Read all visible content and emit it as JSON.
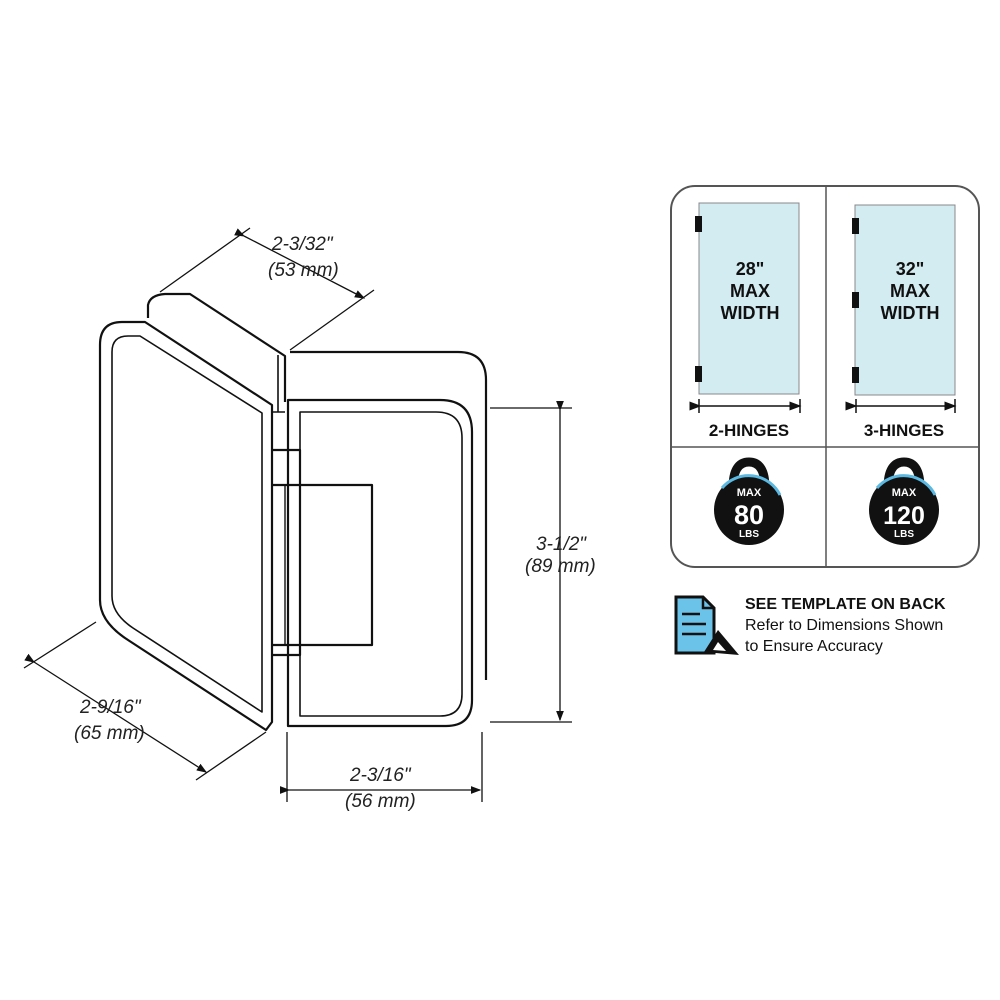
{
  "dimensions": {
    "depth": {
      "imperial": "2-3/32\"",
      "metric": "(53 mm)"
    },
    "height": {
      "imperial": "3-1/2\"",
      "metric": "(89 mm)"
    },
    "glass_plate_width": {
      "imperial": "2-9/16\"",
      "metric": "(65 mm)"
    },
    "wall_plate_width": {
      "imperial": "2-3/16\"",
      "metric": "(56 mm)"
    }
  },
  "panels": [
    {
      "width_value": "28\"",
      "width_line1": "MAX",
      "width_line2": "WIDTH",
      "hinges_label": "2-HINGES",
      "weight_max": "MAX",
      "weight_value": "80",
      "weight_unit": "LBS"
    },
    {
      "width_value": "32\"",
      "width_line1": "MAX",
      "width_line2": "WIDTH",
      "hinges_label": "3-HINGES",
      "weight_max": "MAX",
      "weight_value": "120",
      "weight_unit": "LBS"
    }
  ],
  "template_note": {
    "title": "SEE TEMPLATE ON BACK",
    "line1": "Refer to Dimensions Shown",
    "line2": "to Ensure Accuracy"
  },
  "colors": {
    "glass": "#d3ecf2",
    "accent": "#5bb8e0",
    "icon_doc": "#6cc3ea"
  }
}
